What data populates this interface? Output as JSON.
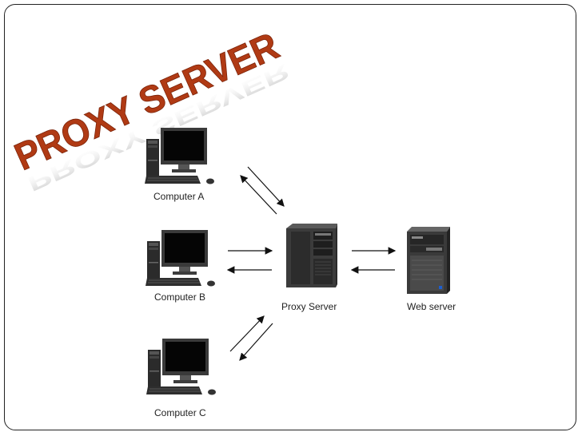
{
  "slide": {
    "title": "PROXY SERVER",
    "colors": {
      "title": "#b03a14",
      "title_reflection": "#c9c9c9",
      "frame": "#222222"
    }
  },
  "diagram": {
    "nodes": {
      "computer_a": {
        "label": "Computer A",
        "icon": "desktop-computer-icon"
      },
      "computer_b": {
        "label": "Computer B",
        "icon": "desktop-computer-icon"
      },
      "computer_c": {
        "label": "Computer C",
        "icon": "desktop-computer-icon"
      },
      "proxy": {
        "label": "Proxy Server",
        "icon": "tower-server-icon"
      },
      "web": {
        "label": "Web server",
        "icon": "tower-server-icon"
      }
    }
  }
}
